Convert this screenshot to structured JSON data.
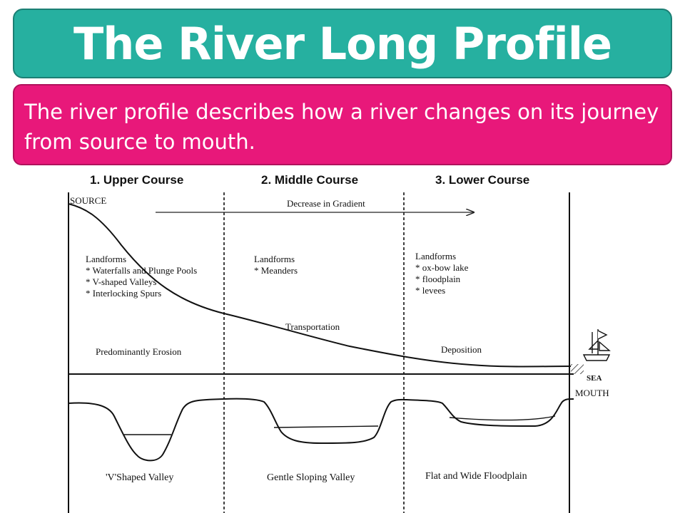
{
  "slide": {
    "title": "The River Long Profile",
    "description": "The river profile describes how a river changes on its journey from source to mouth."
  },
  "diagram": {
    "course_headings": [
      "1. Upper Course",
      "2. Middle Course",
      "3. Lower Course"
    ],
    "source_label": "SOURCE",
    "gradient_label": "Decrease in Gradient",
    "upper": {
      "landforms_title": "Landforms",
      "landforms": [
        "* Waterfalls and Plunge Pools",
        "* V-shaped Valleys",
        "* Interlocking Spurs"
      ],
      "process": "Predominantly Erosion",
      "valley": "'V'Shaped Valley"
    },
    "middle": {
      "landforms_title": "Landforms",
      "landforms": [
        "* Meanders"
      ],
      "process": "Transportation",
      "valley": "Gentle Sloping Valley"
    },
    "lower": {
      "landforms_title": "Landforms",
      "landforms": [
        "* ox-bow lake",
        "* floodplain",
        "* levees"
      ],
      "process": "Deposition",
      "valley": "Flat and Wide Floodplain"
    },
    "sea_label": "SEA",
    "mouth_label": "MOUTH"
  }
}
